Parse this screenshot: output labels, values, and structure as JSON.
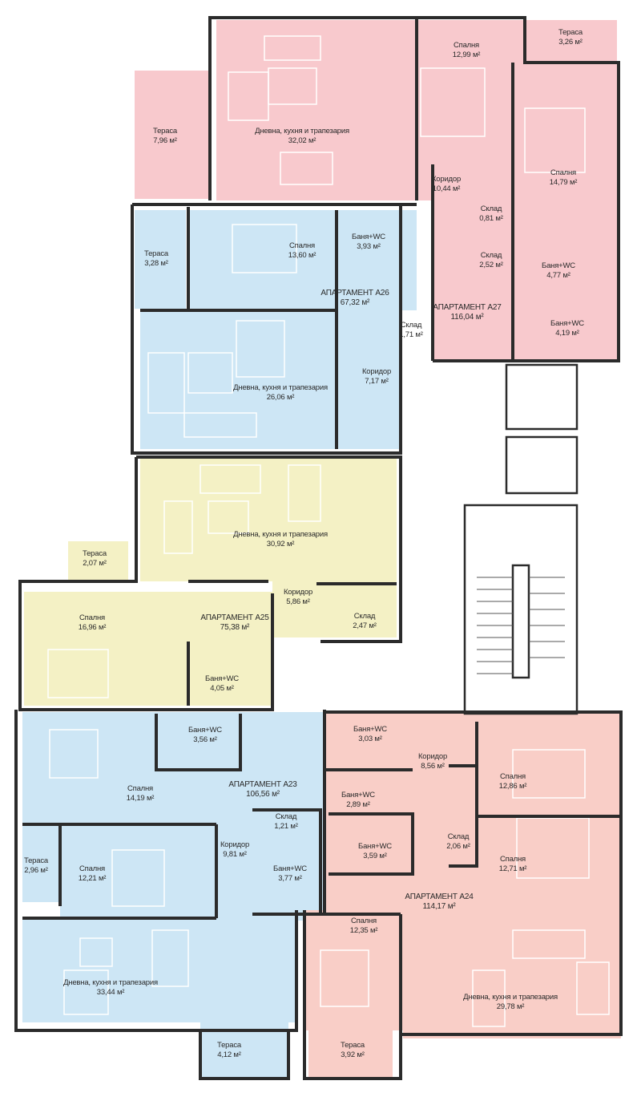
{
  "colors": {
    "a27": "#f8c9cd",
    "a26": "#cde6f5",
    "a25": "#f4f1c5",
    "a23": "#cde6f5",
    "a24": "#f9cec7",
    "wall": "#2b2b2b"
  },
  "apartments": [
    {
      "id": "a27",
      "title": "АПАРТАМЕНТ А27",
      "area": "116,04 м²",
      "rooms": [
        {
          "name": "Тераса",
          "area": "3,26 м²"
        },
        {
          "name": "Спалня",
          "area": "12,99 м²"
        },
        {
          "name": "Тераса",
          "area": "7,96 м²"
        },
        {
          "name": "Дневна, кухня и трапезария",
          "area": "32,02 м²"
        },
        {
          "name": "Спалня",
          "area": "14,79 м²"
        },
        {
          "name": "Коридор",
          "area": "10,44 м²"
        },
        {
          "name": "Склад",
          "area": "0,81 м²"
        },
        {
          "name": "Склад",
          "area": "2,52 м²"
        },
        {
          "name": "Баня+WC",
          "area": "4,77 м²"
        },
        {
          "name": "Баня+WC",
          "area": "4,19 м²"
        }
      ]
    },
    {
      "id": "a26",
      "title": "АПАРТАМЕНТ А26",
      "area": "67,32 м²",
      "rooms": [
        {
          "name": "Тераса",
          "area": "3,28 м²"
        },
        {
          "name": "Спалня",
          "area": "13,60 м²"
        },
        {
          "name": "Баня+WC",
          "area": "3,93 м²"
        },
        {
          "name": "Склад",
          "area": "1,71 м²"
        },
        {
          "name": "Коридор",
          "area": "7,17 м²"
        },
        {
          "name": "Дневна, кухня и трапезария",
          "area": "26,06 м²"
        }
      ]
    },
    {
      "id": "a25",
      "title": "АПАРТАМЕНТ А25",
      "area": "75,38 м²",
      "rooms": [
        {
          "name": "Тераса",
          "area": "2,07 м²"
        },
        {
          "name": "Дневна, кухня и трапезария",
          "area": "30,92 м²"
        },
        {
          "name": "Коридор",
          "area": "5,86 м²"
        },
        {
          "name": "Спалня",
          "area": "16,96 м²"
        },
        {
          "name": "Склад",
          "area": "2,47 м²"
        },
        {
          "name": "Баня+WC",
          "area": "4,05 м²"
        }
      ]
    },
    {
      "id": "a23",
      "title": "АПАРТАМЕНТ А23",
      "area": "106,56 м²",
      "rooms": [
        {
          "name": "Баня+WC",
          "area": "3,56 м²"
        },
        {
          "name": "Спалня",
          "area": "14,19 м²"
        },
        {
          "name": "Склад",
          "area": "1,21 м²"
        },
        {
          "name": "Тераса",
          "area": "2,96 м²"
        },
        {
          "name": "Спалня",
          "area": "12,21 м²"
        },
        {
          "name": "Коридор",
          "area": "9,81 м²"
        },
        {
          "name": "Баня+WC",
          "area": "3,77 м²"
        },
        {
          "name": "Дневна, кухня и трапезария",
          "area": "33,44 м²"
        },
        {
          "name": "Тераса",
          "area": "4,12 м²"
        }
      ]
    },
    {
      "id": "a24",
      "title": "АПАРТАМЕНТ А24",
      "area": "114,17 м²",
      "rooms": [
        {
          "name": "Баня+WC",
          "area": "3,03 м²"
        },
        {
          "name": "Коридор",
          "area": "8,56 м²"
        },
        {
          "name": "Баня+WC",
          "area": "2,89 м²"
        },
        {
          "name": "Спалня",
          "area": "12,86 м²"
        },
        {
          "name": "Склад",
          "area": "2,06 м²"
        },
        {
          "name": "Баня+WC",
          "area": "3,59 м²"
        },
        {
          "name": "Спалня",
          "area": "12,71 м²"
        },
        {
          "name": "Спалня",
          "area": "12,35 м²"
        },
        {
          "name": "Дневна, кухня и трапезария",
          "area": "29,78 м²"
        },
        {
          "name": "Тераса",
          "area": "3,92 м²"
        }
      ]
    }
  ]
}
